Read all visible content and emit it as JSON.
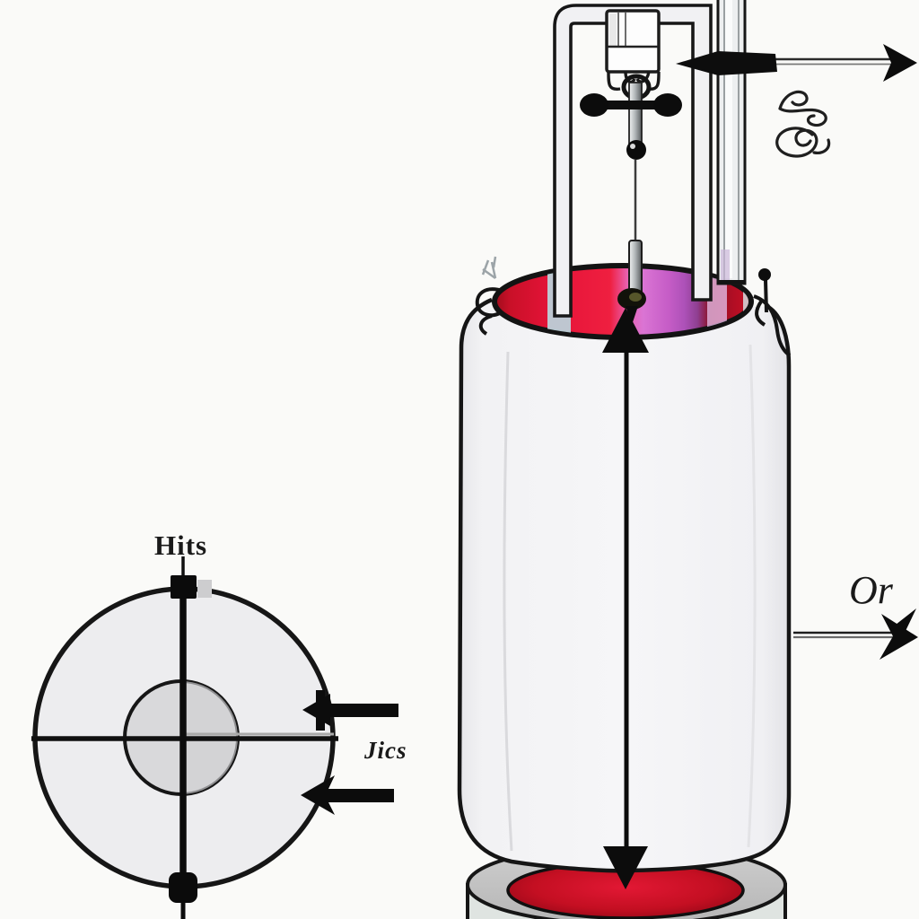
{
  "labels": {
    "cross_section_top": "Hits",
    "cross_section_right": "Jics",
    "flow_arrow": "Or"
  },
  "colors": {
    "outline": "#151515",
    "liquid_red": "#e51338",
    "liquid_magenta": "#c55cc6",
    "liquid_dark_maroon": "#8c0f22",
    "heater_red": "#c40f22",
    "vessel_fill": "#f3f3f5",
    "pedestal_gray": "#c7c7c7",
    "cross_section_outer_fill": "#ededef",
    "cross_section_inner_fill": "#d9d9db",
    "background": "#fafaf8"
  },
  "icons": {
    "scribble_top_right": "cursive-scribble",
    "scribble_lower_right": "cursive-scribble"
  }
}
